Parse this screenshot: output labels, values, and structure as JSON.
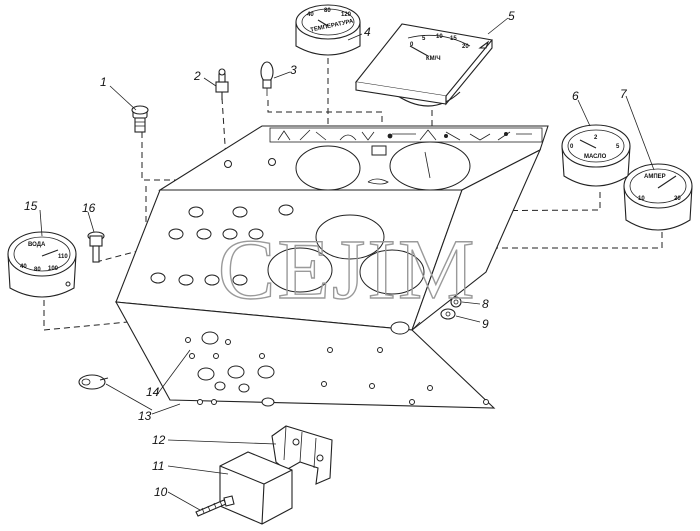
{
  "watermark": "СЕJIM",
  "callouts": [
    "1",
    "2",
    "3",
    "4",
    "5",
    "6",
    "7",
    "8",
    "9",
    "10",
    "11",
    "12",
    "13",
    "14",
    "15",
    "16"
  ],
  "gauges": {
    "temperature": {
      "label": "ТЕМПЕРАТУРА",
      "ticks": [
        "40",
        "80",
        "120"
      ]
    },
    "speedometer": {
      "unit": "КМ/Ч",
      "ticks": [
        "0",
        "5",
        "10",
        "15",
        "20"
      ]
    },
    "oil": {
      "label": "МАСЛО",
      "ticks": [
        "0",
        "2",
        "5"
      ]
    },
    "ammeter": {
      "label": "АМПЕР",
      "ticks": [
        "10",
        "20"
      ]
    },
    "water": {
      "label": "ВОДА",
      "ticks": [
        "40",
        "80",
        "100",
        "110"
      ]
    }
  }
}
